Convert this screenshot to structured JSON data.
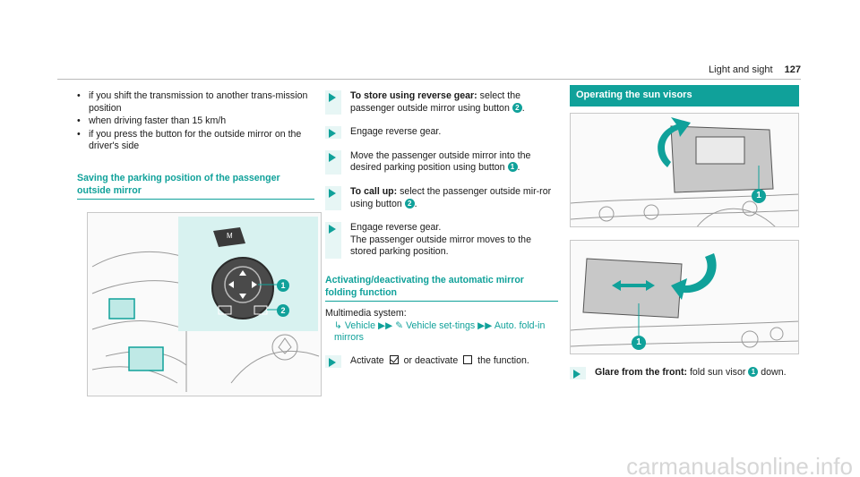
{
  "header": {
    "section": "Light and sight",
    "page": "127"
  },
  "col1": {
    "bullets": [
      "if you shift the transmission to another trans-mission position",
      "when driving faster than 15 km/h",
      "if you press the button for the outside mirror on the driver's side"
    ],
    "section_title": "Saving the parking position of the passenger outside mirror",
    "figure_labels": {
      "m": "M",
      "c1": "1",
      "c2": "2"
    }
  },
  "col2": {
    "steps": [
      {
        "bold": "To store using reverse gear:",
        "text": " select the passenger outside mirror using button ",
        "num": "2",
        "tail": "."
      },
      {
        "bold": "",
        "text": "Engage reverse gear.",
        "num": "",
        "tail": ""
      },
      {
        "bold": "",
        "text": "Move the passenger outside mirror into the desired parking position using button ",
        "num": "1",
        "tail": "."
      },
      {
        "bold": "To call up:",
        "text": " select the passenger outside mir-ror using button ",
        "num": "2",
        "tail": "."
      },
      {
        "bold": "",
        "text": "Engage reverse gear.",
        "num": "",
        "tail": "",
        "extra": "The passenger outside mirror moves to the stored parking position."
      }
    ],
    "section_title": "Activating/deactivating the automatic mirror folding function",
    "mm_label": "Multimedia system:",
    "mm_path_1": "Vehicle",
    "mm_path_2": "Vehicle set-tings",
    "mm_path_3": "Auto. fold-in mirrors",
    "activate_pre": "Activate",
    "activate_mid": "or deactivate",
    "activate_post": "the function."
  },
  "col3": {
    "section_title": "Operating the sun visors",
    "step_bold": "Glare from the front:",
    "step_text": " fold sun visor ",
    "step_num": "1",
    "step_tail": " down.",
    "figure_callout": "1"
  },
  "watermark": "carmanualsonline.info"
}
